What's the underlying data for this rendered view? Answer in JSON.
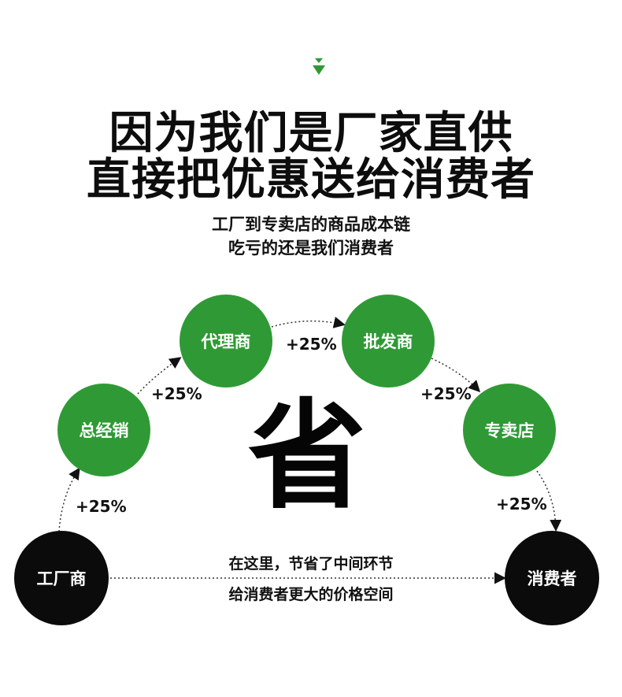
{
  "title_line1": "因为我们是厂家直供",
  "title_line2": "直接把优惠送给消费者",
  "subtitle_line1": "工厂到专卖店的商品成本链",
  "subtitle_line2": "吃亏的还是我们消费者",
  "nodes": {
    "factory": "工厂商",
    "distributor": "总经销",
    "agent": "代理商",
    "wholesaler": "批发商",
    "store": "专卖店",
    "consumer": "消费者"
  },
  "markups": [
    "+25%",
    "+25%",
    "+25%",
    "+25%",
    "+25%"
  ],
  "center_char": "省",
  "note_line1": "在这里，节省了中间环节",
  "note_line2": "给消费者更大的价格空间",
  "colors": {
    "green": "#2f9a35",
    "black": "#0b0b0b",
    "accent_arrow": "#2f9a35"
  }
}
